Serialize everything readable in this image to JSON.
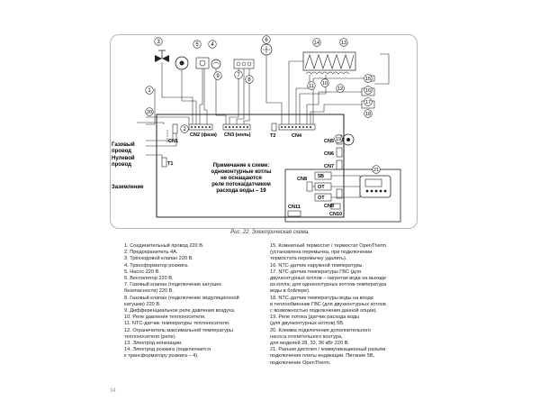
{
  "diagram": {
    "component_numbers": [
      "1",
      "2",
      "3",
      "4",
      "5",
      "6",
      "7",
      "8",
      "9",
      "10",
      "11",
      "12",
      "13",
      "14",
      "15",
      "16",
      "17",
      "18",
      "19",
      "20",
      "21"
    ],
    "left_labels": {
      "gas_wire": "Газовый",
      "gas_wire_2": "провод",
      "neutral": "Нулевой",
      "neutral_2": "провод",
      "ground": "Заземление"
    },
    "connectors": {
      "cn1": "CN1",
      "cn2": "CN2 (фаза)",
      "cn3": "CN3 (ноль)",
      "t1": "T1",
      "t2": "T2",
      "cn4": "CN4",
      "cn5": "CN5",
      "cn6": "CN6",
      "cn7": "CN7",
      "cn8": "CN8",
      "cn9": "CN9",
      "cn10": "CN10",
      "cn11": "CN11",
      "ot1": "OT",
      "ot2": "OT",
      "sb": "5B"
    },
    "note": [
      "Примечание к схеме:",
      "одноконтурные котлы",
      "не оснащаются",
      "реле потока/датчиком",
      "расхода воды – 19"
    ]
  },
  "caption": "Рис. 22. Электрическая схема.",
  "legend_left": [
    "1. Соединительный провод 220 В.",
    "2. Предохранитель 4А.",
    "3. Трёхходовой клапан 220 В.",
    "4. Трансформатор розжига.",
    "5. Насос 220 В.",
    "6. Вентилятор 220 В.",
    "7. Газовый клапан (подключение катушек",
    "безопасности) 220 В.",
    "8. Газовый клапан (подключение модуляционной",
    "катушки) 220 В.",
    "9. Дифференциальное реле давления воздуха.",
    "10. Реле давления теплоносителя.",
    "11. NTC-датчик температуры теплоносителя.",
    "12. Ограничитель максимальной температуры",
    "теплоносителя (реле).",
    "13. Электрод ионизации.",
    "14. Электрод розжига (подключается",
    "к трансформатору розжига – 4)."
  ],
  "legend_right": [
    "15. Комнатный термостат / термостат OpenTherm.",
    "(установлена перемычка, при подключении",
    "термостата перемычку удалить).",
    "16. NTC-датчик наружной температуры.",
    "17. NTC-датчик температуры ГВС (для",
    "двухконтурных котлов – нагретая вода на выходе",
    "из котла; для одноконтурных котлов-температура",
    "воды в бойлере).",
    "18. NTC-датчик температуры воды на входе",
    "в теплообменник ГВС (для двухконтурных котлов",
    "с возможностью подключения данной опции).",
    "19. Реле потока (датчик расхода воды",
    "(для двухконтурных котлов) 5B.",
    "20. Клемма подключения дополнительного",
    "насоса отопительного контура,",
    "для моделей 28, 32, 36 кВт 220 В.",
    "21. Разъем дисплея / коммуникационный разъём",
    "подключения платы индикации. Питание 5В,",
    "подключение OpenTherm."
  ],
  "page_number": "34"
}
